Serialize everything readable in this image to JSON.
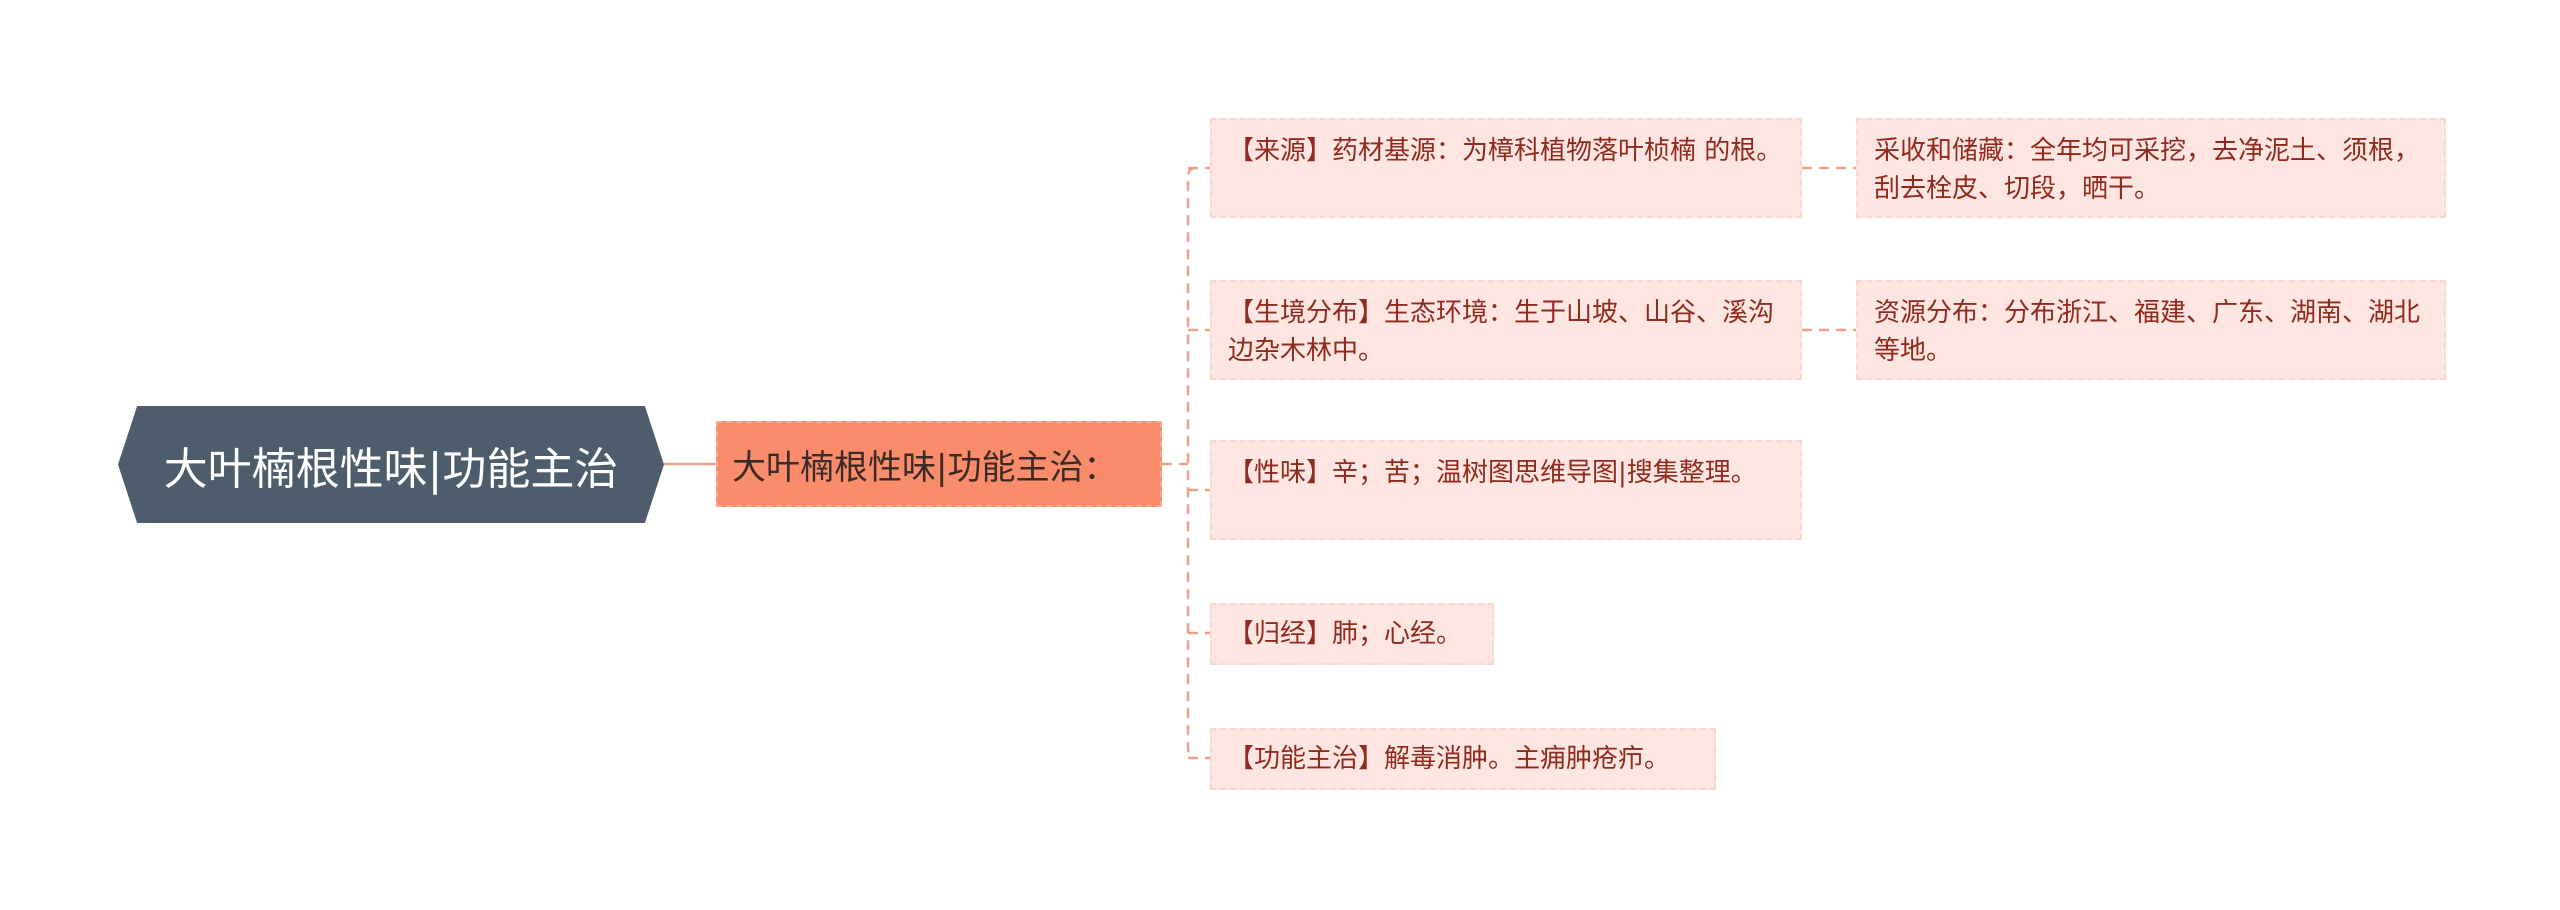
{
  "root": {
    "title": "大叶楠根性味|功能主治"
  },
  "branch": {
    "title": "大叶楠根性味|功能主治："
  },
  "items": [
    {
      "text": "【来源】药材基源：为樟科植物落叶桢楠 的根。",
      "detail": "采收和储藏：全年均可采挖，去净泥土、须根，刮去栓皮、切段，晒干。"
    },
    {
      "text": "【生境分布】生态环境：生于山坡、山谷、溪沟边杂木林中。",
      "detail": "资源分布：分布浙江、福建、广东、湖南、湖北等地。"
    },
    {
      "text": "【性味】辛；苦；温树图思维导图|搜集整理。"
    },
    {
      "text": "【归经】肺；心经。"
    },
    {
      "text": "【功能主治】解毒消肿。主痈肿疮疖。"
    }
  ],
  "colors": {
    "root_fill": "#4d5d6b",
    "branch_fill": "#f98c6b",
    "leaf_fill": "#fde6e1",
    "leaf_text": "#8f2a1d",
    "connector": "#f0a08a"
  }
}
